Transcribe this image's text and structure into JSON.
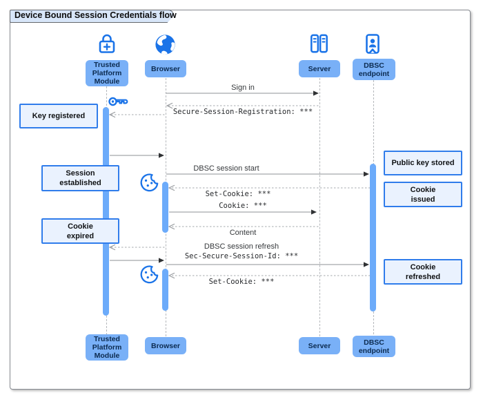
{
  "frame": {
    "title": "Device Bound Session Credentials flow"
  },
  "actors": {
    "tpm": {
      "label": "Trusted\nPlatform\nModule",
      "icon": "lock-plus-icon"
    },
    "browser": {
      "label": "Browser",
      "icon": "globe-icon"
    },
    "server": {
      "label": "Server",
      "icon": "server-rack-icon"
    },
    "dbsc": {
      "label": "DBSC\nendpoint",
      "icon": "id-badge-icon"
    }
  },
  "messages": {
    "sign_in": {
      "from": "Browser",
      "to": "Server",
      "label": "Sign in",
      "line": "solid"
    },
    "secure_session_registration": {
      "from": "Server",
      "to": "Browser",
      "label": "Secure-Session-Registration: ***",
      "line": "dotted"
    },
    "key_request": {
      "from": "Browser",
      "to": "Trusted Platform Module",
      "label": "",
      "line": "dotted"
    },
    "key_response": {
      "from": "Trusted Platform Module",
      "to": "Browser",
      "label": "",
      "line": "solid"
    },
    "dbsc_session_start": {
      "from": "Browser",
      "to": "DBSC endpoint",
      "label": "DBSC session start",
      "line": "solid"
    },
    "set_cookie_issued": {
      "from": "DBSC endpoint",
      "to": "Browser",
      "label": "Set-Cookie: ***",
      "line": "dotted"
    },
    "cookie": {
      "from": "Browser",
      "to": "Server",
      "label": "Cookie: ***",
      "line": "solid"
    },
    "content": {
      "from": "Server",
      "to": "Browser",
      "label": "Content",
      "line": "dotted"
    },
    "sign_request": {
      "from": "Browser",
      "to": "Trusted Platform Module",
      "label": "",
      "line": "dotted"
    },
    "sign_response": {
      "from": "Trusted Platform Module",
      "to": "Browser",
      "label": "",
      "line": "solid"
    },
    "dbsc_session_refresh": {
      "from": "Browser",
      "to": "DBSC endpoint",
      "label": "DBSC session refresh",
      "label2": "Sec-Secure-Session-Id: ***",
      "line": "solid"
    },
    "set_cookie_refreshed": {
      "from": "DBSC endpoint",
      "to": "Browser",
      "label": "Set-Cookie: ***",
      "line": "dotted"
    }
  },
  "notes": {
    "key_registered": "Key registered",
    "session_established": "Session\nestablished",
    "cookie_expired": "Cookie\nexpired",
    "public_key_stored": "Public key stored",
    "cookie_issued": "Cookie\nissued",
    "cookie_refreshed": "Cookie\nrefreshed"
  },
  "colors": {
    "accent_blue": "#1a73e8",
    "actor_fill": "#79b0f7",
    "activation_fill": "#6cabfa",
    "note_fill": "#eaf2fe",
    "note_border": "#2f7ceb",
    "title_tab_fill": "#d8e6f9",
    "lifeline_gray": "#b4b7bb"
  }
}
